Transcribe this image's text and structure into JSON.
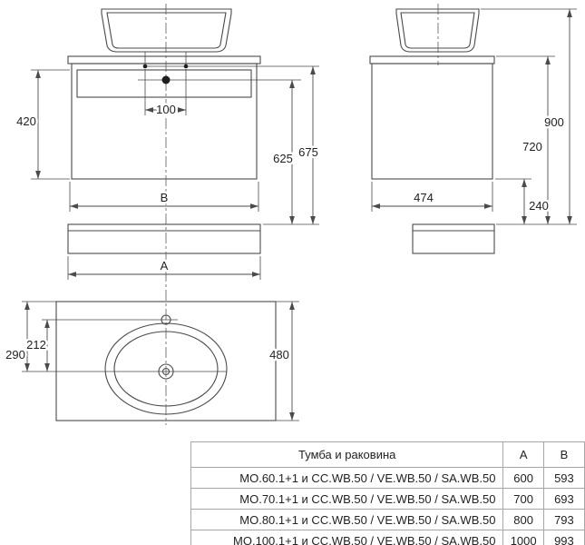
{
  "drawing": {
    "front_view": {
      "dim_420": "420",
      "dim_100": "100",
      "dim_625": "625",
      "dim_675": "675",
      "dim_B": "B",
      "dim_A": "A"
    },
    "side_view": {
      "dim_474": "474",
      "dim_240": "240",
      "dim_720": "720",
      "dim_900": "900"
    },
    "top_view": {
      "dim_290": "290",
      "dim_212": "212",
      "dim_480": "480"
    }
  },
  "table": {
    "headers": {
      "name": "Тумба и раковина",
      "a": "A",
      "b": "B"
    },
    "rows": [
      {
        "name": "MO.60.1+1 и CC.WB.50 / VE.WB.50 / SA.WB.50",
        "a": "600",
        "b": "593"
      },
      {
        "name": "MO.70.1+1 и CC.WB.50 / VE.WB.50 / SA.WB.50",
        "a": "700",
        "b": "693"
      },
      {
        "name": "MO.80.1+1 и CC.WB.50 / VE.WB.50 / SA.WB.50",
        "a": "800",
        "b": "793"
      },
      {
        "name": "MO.100.1+1 и CC.WB.50 / VE.WB.50 / SA.WB.50",
        "a": "1000",
        "b": "993"
      }
    ]
  },
  "colors": {
    "line": "#4a4a4a",
    "text": "#1f1f1f",
    "table_border": "#a6a6a6",
    "background": "#ffffff"
  }
}
